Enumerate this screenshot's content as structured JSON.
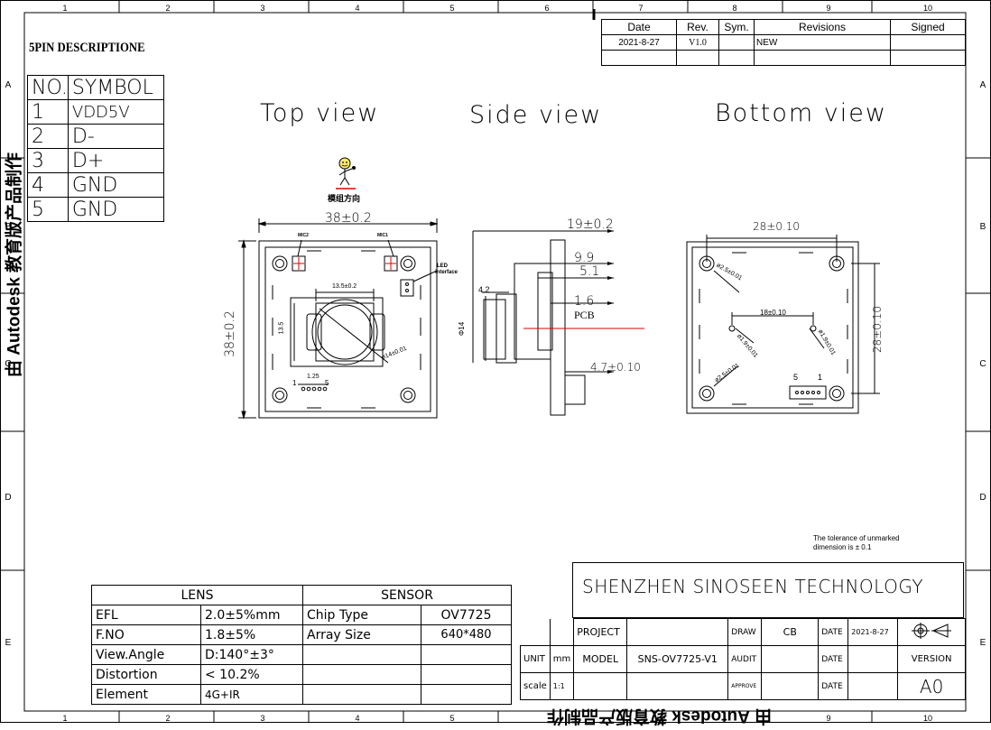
{
  "grid_numbers": [
    "1",
    "2",
    "3",
    "4",
    "5",
    "6",
    "7",
    "8",
    "9",
    "10"
  ],
  "grid_letters": [
    "A",
    "B",
    "C",
    "D",
    "E"
  ],
  "revision": {
    "headers": [
      "Date",
      "Rev.",
      "Sym.",
      "Revisions",
      "Signed"
    ],
    "row": [
      "2021-8-27",
      "V1.0",
      "",
      "NEW",
      ""
    ]
  },
  "pin_title": "5PIN DESCRIPTIONE",
  "pin_table": {
    "headers": [
      "NO.",
      "SYMBOL"
    ],
    "rows": [
      [
        "1",
        "VDD5V"
      ],
      [
        "2",
        "D-"
      ],
      [
        "3",
        "D+"
      ],
      [
        "4",
        "GND"
      ],
      [
        "5",
        "GND"
      ]
    ]
  },
  "watermark_left": "由 Autodesk 教育版产品制作",
  "watermark_bottom": "由 Autodesk 教育版产品制作",
  "views": {
    "top": "Top view",
    "side": "Side view",
    "bottom": "Bottom view"
  },
  "top_view": {
    "width_dim": "38±0.2",
    "height_dim": "38±0.2",
    "lens_dim": "13.5±0.2",
    "lens_height": "13.5",
    "diameter": "ø14±0.01",
    "pitch": "1.25",
    "pin_first": "1",
    "pin_last": "5",
    "mic2": "MIC2",
    "mic1": "MIC1",
    "led_label": "LED",
    "interface_label": "interface",
    "direction_label": "模组方向"
  },
  "side_view": {
    "overall": "19±0.2",
    "d1": "9.9",
    "d2": "5.1",
    "d3": "1.6",
    "pcb": "PCB",
    "lens_len": "4.2",
    "diameter": "Φ14",
    "connector": "4.7±0.10"
  },
  "bottom_view": {
    "width_dim": "28±0.10",
    "height_dim": "28±0.10",
    "mid_dim": "18±0.10",
    "hole_a": "ø2.5±0.01",
    "hole_b": "ø1.9±0.01",
    "hole_c": "ø1.9±0.01",
    "hole_d": "ø2.5±0.01",
    "pin_left": "5",
    "pin_right": "1"
  },
  "tolerance_note": [
    "The tolerance of unmarked",
    "dimension is ± 0.1"
  ],
  "lens_table": {
    "lens_header": "LENS",
    "sensor_header": "SENSOR",
    "rows": [
      [
        "EFL",
        "2.0±5%mm",
        "Chip Type",
        "OV7725"
      ],
      [
        "F.NO",
        "1.8±5%",
        "Array Size",
        "640*480"
      ],
      [
        "View.Angle",
        "D:140°±3°",
        "",
        ""
      ],
      [
        "Distortion",
        "< 10.2%",
        "",
        ""
      ],
      [
        "Element",
        "4G+IR",
        "",
        ""
      ]
    ]
  },
  "title_block": {
    "company": "SHENZHEN SINOSEEN TECHNOLOGY",
    "project_label": "PROJECT",
    "draw_label": "DRAW",
    "draw_value": "CB",
    "date_label": "DATE",
    "date_value": "2021-8-27",
    "unit_label": "UNIT",
    "unit_value": "mm",
    "model_label": "MODEL",
    "model_value": "SNS-OV7725-V1",
    "audit_label": "AUDIT",
    "date2_label": "DATE",
    "version_label": "VERSION",
    "scale_label": "scale",
    "scale_value": "1:1",
    "approve_label": "APPROVE",
    "date3_label": "DATE",
    "version_value": "A0"
  }
}
